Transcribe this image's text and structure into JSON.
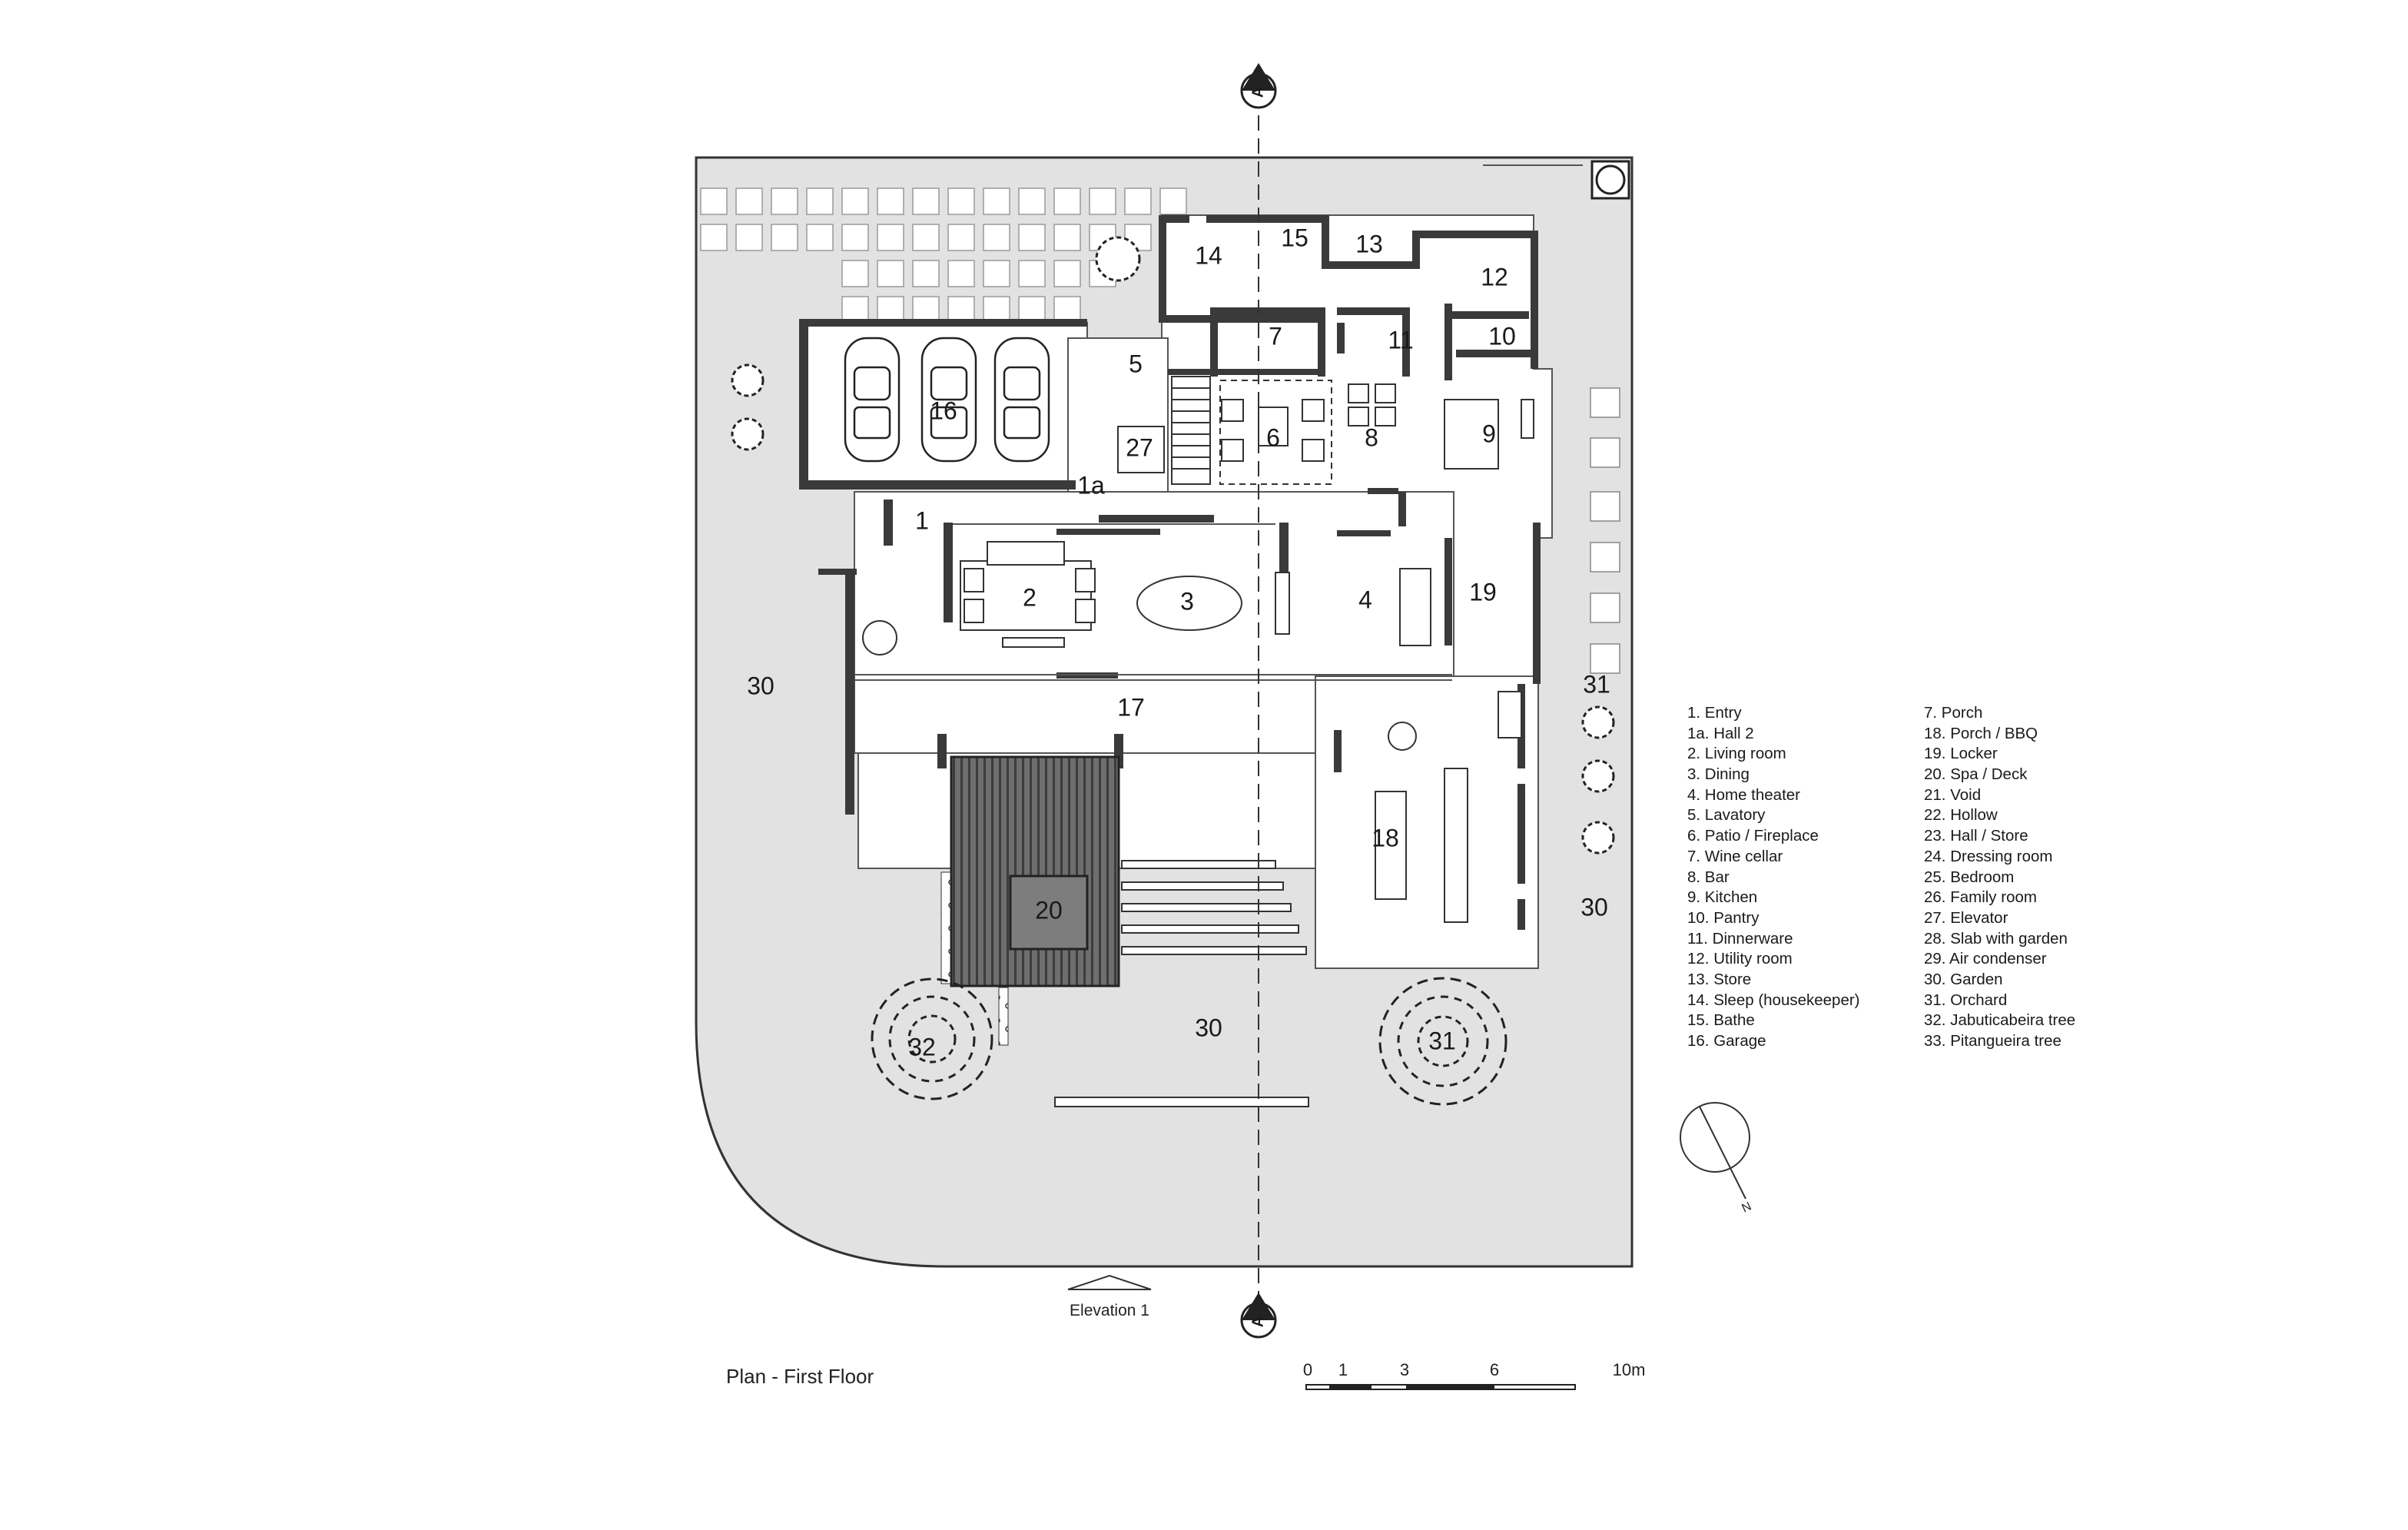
{
  "title": "Plan - First Floor",
  "elevation_label": "Elevation 1",
  "section_marker": "A",
  "north_label": "N",
  "scale_bar": [
    "0",
    "1",
    "3",
    "6",
    "10m"
  ],
  "room_labels": {
    "r1": "1",
    "r1a": "1a",
    "r2": "2",
    "r3": "3",
    "r4": "4",
    "r5": "5",
    "r6": "6",
    "r7": "7",
    "r8": "8",
    "r9": "9",
    "r10": "10",
    "r11": "11",
    "r12": "12",
    "r13": "13",
    "r14": "14",
    "r15": "15",
    "r16": "16",
    "r17": "17",
    "r18": "18",
    "r19": "19",
    "r20": "20",
    "r27": "27",
    "r30a": "30",
    "r30b": "30",
    "r30c": "30",
    "r31a": "31",
    "r31b": "31",
    "r32": "32"
  },
  "legend_left": [
    "1. Entry",
    "1a. Hall 2",
    "2. Living room",
    "3. Dining",
    "4. Home theater",
    "5. Lavatory",
    "6. Patio / Fireplace",
    "7. Wine cellar",
    "8. Bar",
    "9. Kitchen",
    "10. Pantry",
    "11. Dinnerware",
    "12. Utility room",
    "13. Store",
    "14. Sleep (housekeeper)",
    "15. Bathe",
    "16. Garage"
  ],
  "legend_right": [
    "7. Porch",
    "18. Porch / BBQ",
    "19. Locker",
    "20. Spa / Deck",
    "21. Void",
    "22. Hollow",
    "23. Hall / Store",
    "24. Dressing room",
    "25. Bedroom",
    "26. Family room",
    "27. Elevator",
    "28. Slab with garden",
    "29. Air condenser",
    "30. Garden",
    "31. Orchard",
    "32. Jabuticabeira tree",
    "33. Pitangueira tree"
  ]
}
